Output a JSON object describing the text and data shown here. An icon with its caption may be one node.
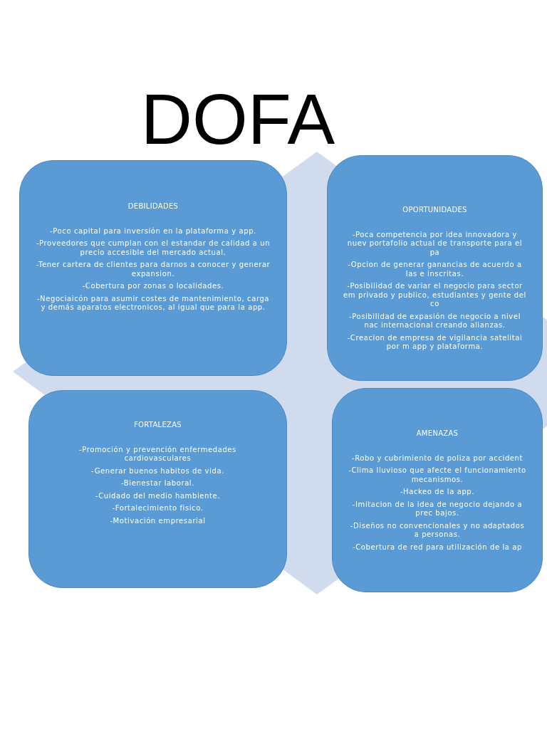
{
  "diagram": {
    "title": "DOFA",
    "nodes": [
      {
        "text": [
          "DEBILIDADES",
          "-Poco capital para inversión en la plataforma y app.",
          "-Proveedores que cumplan con el estandar de calidad a un precio accesible del mercado actual.",
          "-Tener cartera de clientes para darnos a conocer y generar expansion.",
          "-Cobertura por zonas o localidades.",
          "-Negociaicón para asumir costes de mantenimiento, carga y demás aparatos electronicos, al igual que para la app."
        ]
      },
      {
        "text": [
          "OPORTUNIDADES",
          "-Poca competencia por idea innovadora y nuev portafolio actual de transporte para el pa",
          "-Opcion de generar ganancias de acuerdo a las e inscritas.",
          "-Posibilidad de variar el negocio para sector em privado y publico, estudiantes y gente del co",
          "-Posibilidad de expasión de negocio a nivel nac internacional creando alianzas.",
          "-Creacion de empresa de vigilancia satelital por m app y plataforma."
        ]
      },
      {
        "text": [
          "FORTALEZAS",
          "-Promoción y prevención enfermedades cardiovasculares",
          "-Generar buenos habitos de vida.",
          "-Bienestar laboral.",
          "-Cuidado del medio hambiente.",
          "-Fortalecimiento fisico.",
          "-Motivación empresarial"
        ]
      },
      {
        "text": [
          "AMENAZAS",
          "-Robo y cubrimiento de poliza por accident",
          "-Clima lluvioso que afecte el funcionamiento mecanismos.",
          "-Hackeo de la app.",
          "-Imitacion de la idea de negocio dejando a prec bajos.",
          "-Diseños no convencionales y no adaptados a personas.",
          "-Cobertura de red para utilización de la ap"
        ]
      }
    ]
  }
}
